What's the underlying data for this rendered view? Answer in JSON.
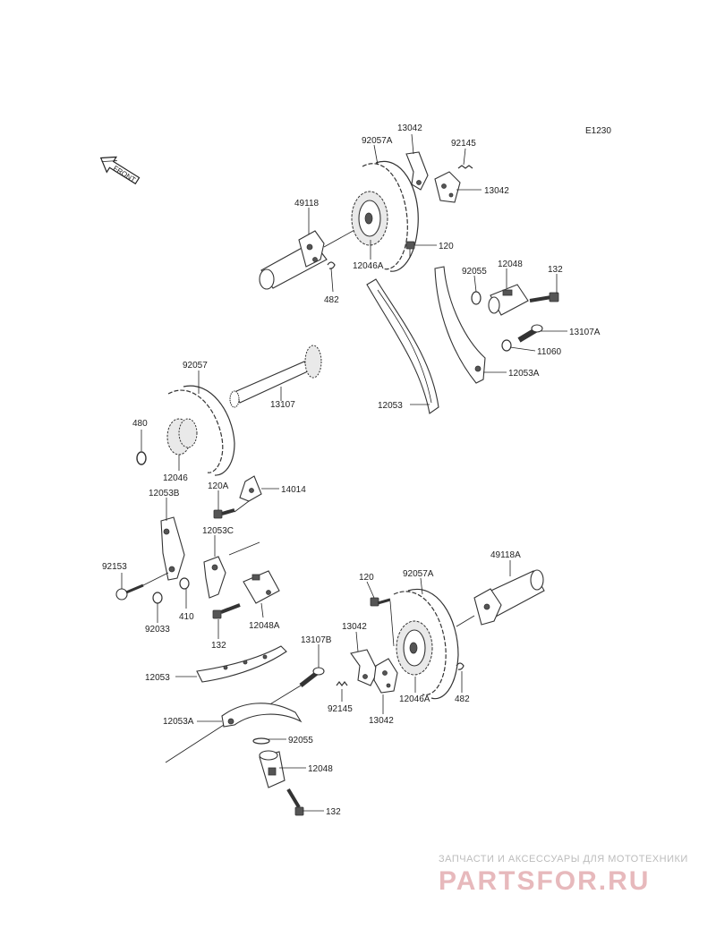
{
  "diagram": {
    "code": "E1230",
    "front_label": "FRONT",
    "watermark_caption": "ЗАПЧАСТИ И АКСЕССУАРЫ ДЛЯ МОТОТЕХНИКИ",
    "watermark_logo": "PARTSFOR.RU",
    "labels": {
      "p13042_a": "13042",
      "p92057a_a": "92057A",
      "p92145_a": "92145",
      "p13042_b": "13042",
      "p49118": "49118",
      "p120_a": "120",
      "p12046a_a": "12046A",
      "p482_a": "482",
      "p92055_a": "92055",
      "p12048_a": "12048",
      "p132_a": "132",
      "p13107a": "13107A",
      "p11060": "11060",
      "p12053a_a": "12053A",
      "p92057": "92057",
      "p13107": "13107",
      "p12053_a": "12053",
      "p480": "480",
      "p12046": "12046",
      "p120a": "120A",
      "p14014": "14014",
      "p12053b": "12053B",
      "p12053c": "12053C",
      "p92153": "92153",
      "p410": "410",
      "p92033": "92033",
      "p12048a": "12048A",
      "p132_b": "132",
      "p120_b": "120",
      "p92057a_b": "92057A",
      "p49118a": "49118A",
      "p13107b": "13107B",
      "p13042_c": "13042",
      "p12053_b": "12053",
      "p92145_b": "92145",
      "p13042_d": "13042",
      "p12046a_b": "12046A",
      "p482_b": "482",
      "p12053a_b": "12053A",
      "p92055_b": "92055",
      "p12048_b": "12048",
      "p132_c": "132"
    }
  }
}
